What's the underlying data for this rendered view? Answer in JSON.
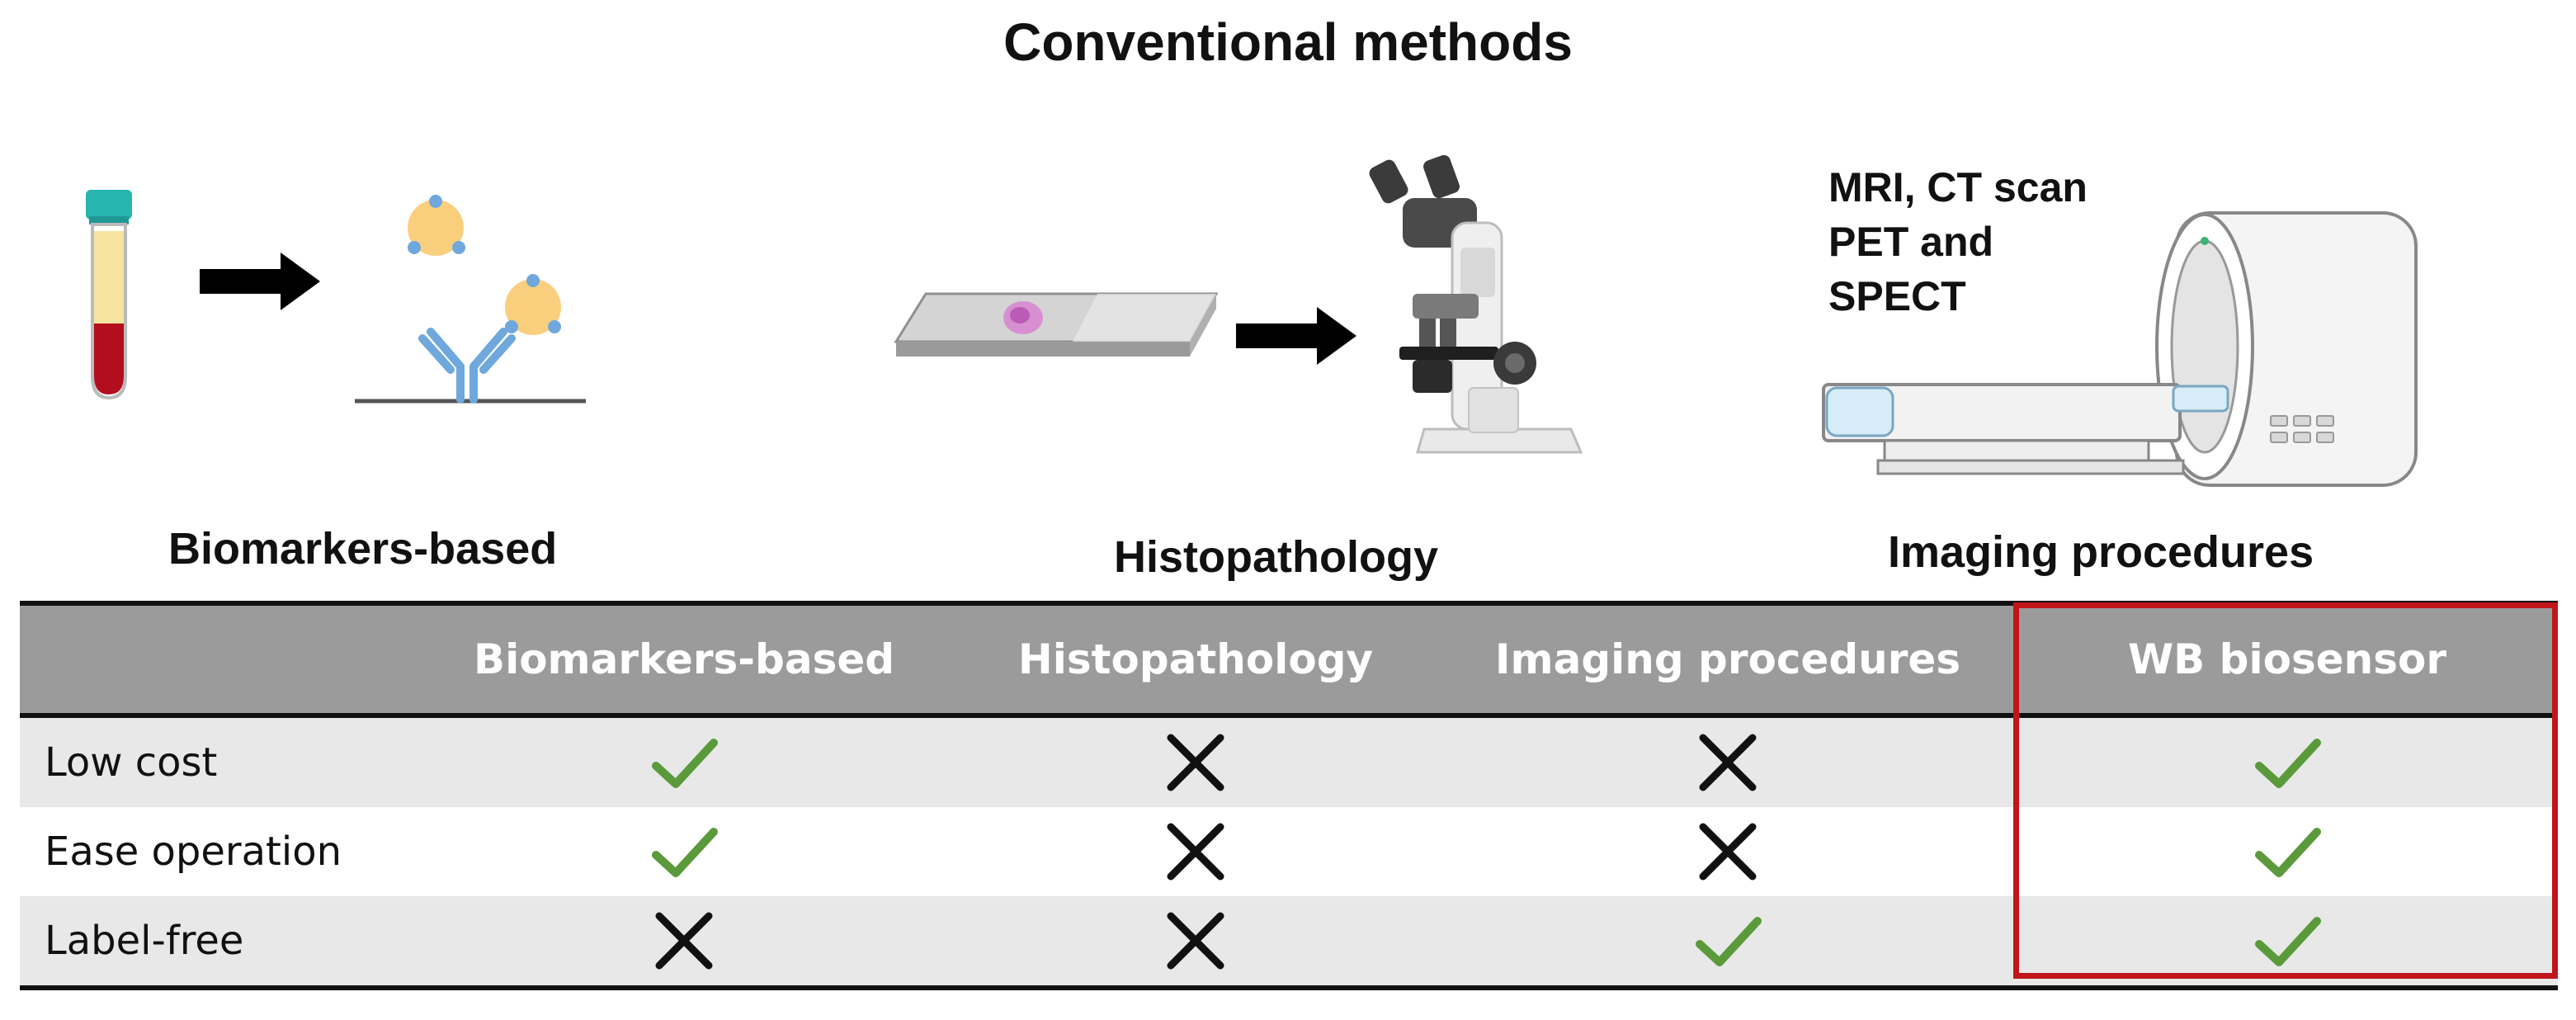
{
  "title": "Conventional methods",
  "sections": {
    "biomarkers_label": "Biomarkers-based",
    "histopathology_label": "Histopathology",
    "imaging_label": "Imaging procedures",
    "imaging_modalities": [
      "MRI, CT scan",
      "PET and",
      "SPECT"
    ]
  },
  "table": {
    "headers": [
      "",
      "Biomarkers-based",
      "Histopathology",
      "Imaging procedures",
      "WB biosensor"
    ],
    "rows": [
      {
        "label": "Low cost",
        "marks": [
          "check",
          "cross",
          "cross",
          "check"
        ]
      },
      {
        "label": "Ease operation",
        "marks": [
          "check",
          "cross",
          "cross",
          "check"
        ]
      },
      {
        "label": "Label-free",
        "marks": [
          "cross",
          "cross",
          "check",
          "check"
        ]
      }
    ],
    "highlighted_column": "WB biosensor"
  },
  "colors": {
    "check": "#5a9a3a",
    "cross": "#111111",
    "header_bg": "#9b9b9b",
    "row_shade": "#e8e8e8",
    "highlight_border": "#c0151b",
    "antibody": "#6fa8dc",
    "antigen": "#f9cf7e",
    "blood": "#b30e1e",
    "plasma": "#f6e3a0",
    "tube_cap": "#27b5b0"
  },
  "icons": [
    "blood-tube-icon",
    "arrow-icon",
    "antibody-antigen-icon",
    "glass-slide-icon",
    "microscope-icon",
    "mri-scanner-icon",
    "check-icon",
    "cross-icon"
  ]
}
